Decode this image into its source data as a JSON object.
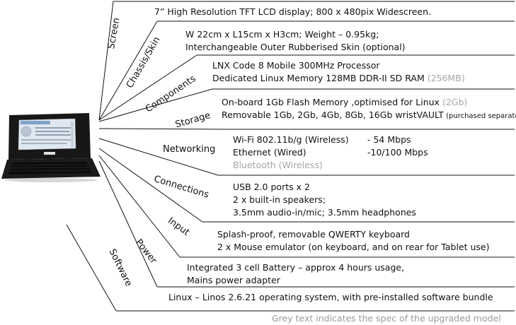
{
  "categories": {
    "screen": "Screen",
    "chassis": "Chassis/Skin",
    "components": "Components",
    "storage": "Storage",
    "networking": "Networking",
    "connections": "Connections",
    "input": "Input",
    "power": "Power",
    "software": "Software"
  },
  "screen": {
    "line1": "7” High Resolution TFT LCD display;  800  x 480pix  Widescreen."
  },
  "chassis": {
    "line1": "W 22cm x L15cm x H3cm; Weight – 0.95kg;",
    "line2": "Interchangeable Outer Rubberised Skin (optional)"
  },
  "components": {
    "line1": "LNX Code 8 Mobile 300MHz  Processor",
    "line2": "Dedicated Linux Memory 128MB DDR-II SD RAM",
    "line2_grey": " (256MB)"
  },
  "storage": {
    "line1": "On-board 1Gb Flash Memory ,optimised for Linux",
    "line1_grey": " (2Gb)",
    "line2": "Removable  1Gb, 2Gb, 4Gb, 8Gb, 16Gb  wristVAULT",
    "line2_small": " (purchased separately)"
  },
  "networking": {
    "wifi": "Wi-Fi  802.11b/g  (Wireless)",
    "wifi_speed": "- 54  Mbps",
    "ethernet": "Ethernet  (Wired)",
    "ethernet_speed": "-10/100  Mbps",
    "bluetooth": "Bluetooth (Wireless)"
  },
  "connections": {
    "line1": "USB 2.0 ports x 2",
    "line2": "2 x built-in speakers;",
    "line3": "3.5mm audio-in/mic; 3.5mm headphones"
  },
  "input": {
    "line1": "Splash-proof, removable QWERTY  keyboard",
    "line2": "2 x Mouse emulator (on keyboard, and on rear for Tablet use)"
  },
  "power": {
    "line1": "Integrated 3 cell Battery – approx 4 hours usage,",
    "line2": "Mains power adapter"
  },
  "software": {
    "line1": "Linux – Linos 2.6.21  operating system, with pre-installed software bundle"
  },
  "footnote": "Grey text indicates the spec of the upgraded model",
  "colors": {
    "line": "#111111",
    "grey_text": "#a6a6a6",
    "laptop_body": "#161616",
    "screen_bg": "#dfe7f0"
  }
}
